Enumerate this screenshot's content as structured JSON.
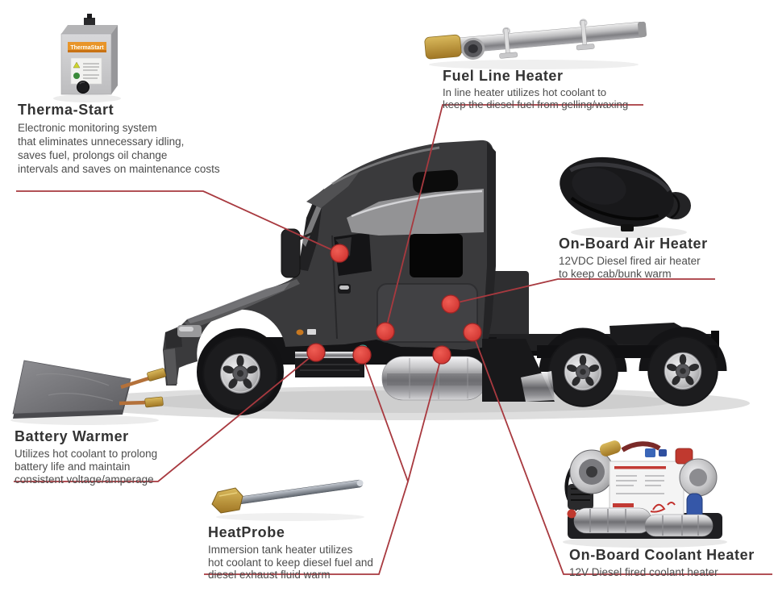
{
  "title": "Truck idle-reduction and heating products diagram",
  "background": "#ffffff",
  "colors": {
    "callout_line": "#a8393f",
    "callout_dot": "#d8403c",
    "heading_text": "#333333",
    "body_text": "#4d4d4d"
  },
  "labels": {
    "thermastart_box": "ThermaStart"
  },
  "callouts": [
    {
      "id": "therma-start",
      "title": "Therma-Start",
      "lines": [
        "Electronic monitoring system",
        "that eliminates unnecessary idling,",
        "saves fuel, prolongs oil change",
        "intervals and saves on maintenance costs"
      ]
    },
    {
      "id": "fuel-line-heater",
      "title": "Fuel Line Heater",
      "lines": [
        "In line heater utilizes hot coolant to",
        "keep the diesel fuel from gelling/waxing"
      ]
    },
    {
      "id": "on-board-air-heater",
      "title": "On-Board Air Heater",
      "lines": [
        "12VDC Diesel fired air heater",
        "to keep cab/bunk warm"
      ]
    },
    {
      "id": "battery-warmer",
      "title": "Battery Warmer",
      "lines": [
        "Utilizes hot coolant to prolong",
        "battery life and maintain",
        "consistent voltage/amperage"
      ]
    },
    {
      "id": "heatprobe",
      "title": "HeatProbe",
      "lines": [
        "Immersion tank heater utilizes",
        "hot coolant to keep diesel fuel and",
        "diesel exhaust fluid warm"
      ]
    },
    {
      "id": "on-board-coolant-heater",
      "title": "On-Board Coolant Heater",
      "lines": [
        "12V Diesel fired coolant heater"
      ]
    }
  ]
}
